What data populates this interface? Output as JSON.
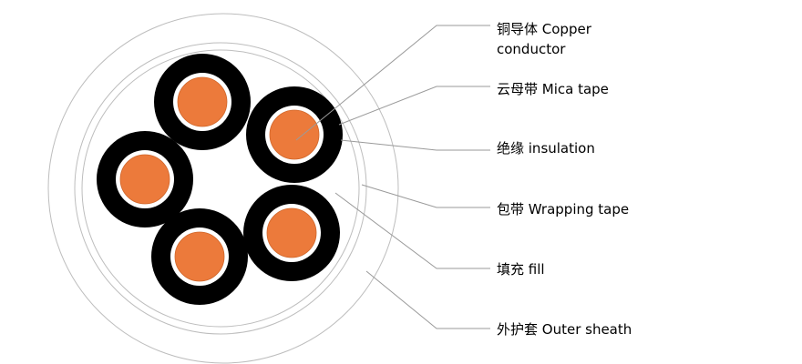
{
  "colors": {
    "conductor": "#ec7a3b",
    "conductor_stroke": "#d0662a",
    "mica": "#ffffff",
    "insulation": "#000000",
    "ring": "#bdbdbd",
    "leader": "#9a9a9a",
    "text": "#000000"
  },
  "labels": {
    "copper_conductor": {
      "line1": "铜导体 Copper",
      "line2": "conductor"
    },
    "mica_tape": "云母带 Mica tape",
    "insulation": "绝缘 insulation",
    "wrapping_tape": "包带 Wrapping tape",
    "fill": "填充 fill",
    "outer_sheath": "外护套 Outer sheath"
  }
}
